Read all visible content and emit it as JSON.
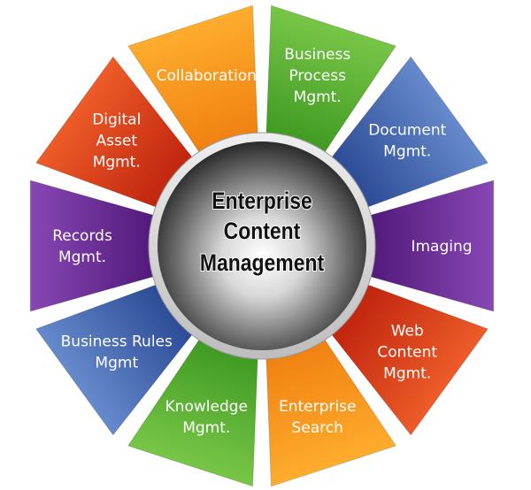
{
  "hub": {
    "lines": [
      "Enterprise",
      "Content",
      "Management"
    ]
  },
  "colors": {
    "green": [
      "#7cc94a",
      "#3f9a22"
    ],
    "blue": [
      "#6a8fd0",
      "#2c4a95"
    ],
    "purple": [
      "#8c4bb8",
      "#52197a"
    ],
    "red": [
      "#f0602a",
      "#c0240e"
    ],
    "orange": [
      "#ffb030",
      "#f08010"
    ]
  },
  "segments": [
    {
      "name": "business-process-mgmt",
      "color": "green",
      "lines": [
        "Business",
        "Process",
        "Mgmt."
      ]
    },
    {
      "name": "document-mgmt",
      "color": "blue",
      "lines": [
        "Document",
        "Mgmt."
      ]
    },
    {
      "name": "imaging",
      "color": "purple",
      "lines": [
        "Imaging"
      ]
    },
    {
      "name": "web-content-mgmt",
      "color": "red",
      "lines": [
        "Web",
        "Content",
        "Mgmt."
      ]
    },
    {
      "name": "enterprise-search",
      "color": "orange",
      "lines": [
        "Enterprise",
        "Search"
      ]
    },
    {
      "name": "knowledge-mgmt",
      "color": "green",
      "lines": [
        "Knowledge",
        "Mgmt."
      ]
    },
    {
      "name": "business-rules-mgmt",
      "color": "blue",
      "lines": [
        "Business Rules",
        "Mgmt"
      ]
    },
    {
      "name": "records-mgmt",
      "color": "purple",
      "lines": [
        "Records",
        "Mgmt."
      ]
    },
    {
      "name": "digital-asset-mgmt",
      "color": "red",
      "lines": [
        "Digital",
        "Asset",
        "Mgmt."
      ]
    },
    {
      "name": "collaboration",
      "color": "orange",
      "lines": [
        "Collaboration"
      ]
    }
  ]
}
